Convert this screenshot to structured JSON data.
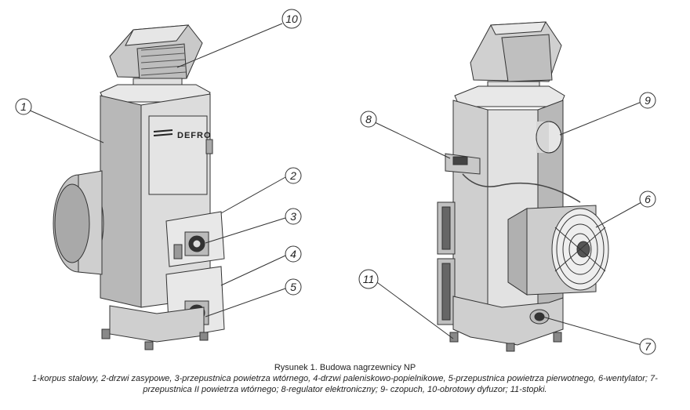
{
  "brand_label": "DEFRO",
  "callouts": [
    "1",
    "2",
    "3",
    "4",
    "5",
    "6",
    "7",
    "8",
    "9",
    "10",
    "11"
  ],
  "caption": {
    "title": "Rysunek 1. Budowa nagrzewnicy NP",
    "legend": "1-korpus stalowy, 2-drzwi zasypowe, 3-przepustnica powietrza wtórnego, 4-drzwi paleniskowo-popielnikowe, 5-przepustnica powietrza pierwotnego, 6-wentylator; 7- przepustnica II powietrza wtórnego; 8-regulator elektroniczny; 9- czopuch, 10-obrotowy dyfuzor; 11-stopki."
  },
  "colors": {
    "line": "#333333",
    "body_front": "#dcdcdc",
    "body_side": "#b8b8b8",
    "body_light": "#ececec",
    "background": "#ffffff"
  }
}
